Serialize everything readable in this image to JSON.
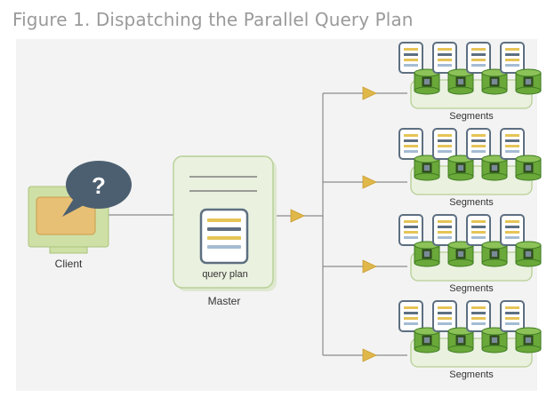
{
  "title": "Figure 1. Dispatching the Parallel Query Plan",
  "client": {
    "label": "Client",
    "bubble_symbol": "?"
  },
  "master": {
    "label": "Master",
    "plan_label": "query plan"
  },
  "segment_groups": [
    {
      "label": "Segments",
      "segment_count": 4
    },
    {
      "label": "Segments",
      "segment_count": 4
    },
    {
      "label": "Segments",
      "segment_count": 4
    },
    {
      "label": "Segments",
      "segment_count": 4
    }
  ],
  "colors": {
    "background": "#f3f3f3",
    "panel_fill": "#eaf1df",
    "panel_border": "#b6cf95",
    "client_frame": "#cfe0a6",
    "client_screen": "#e8c075",
    "bubble": "#4b5f70",
    "arrow": "#e0b84a",
    "line": "#8a8a8a",
    "disk_green": "#6aa83a",
    "disk_top": "#3d7a20",
    "doc_bar_yellow": "#e6c456",
    "doc_bar_slate": "#5d6f81",
    "doc_bar_blue": "#a4bcd3"
  }
}
